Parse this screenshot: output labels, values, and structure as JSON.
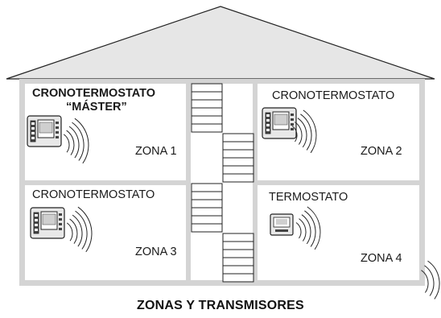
{
  "title": "ZONAS Y TRANSMISORES",
  "zones": [
    {
      "device_line1": "CRONOTERMOSTATO",
      "device_line2": "“MÁSTER”",
      "zone": "ZONA 1",
      "device_type": "chronothermostat",
      "highlighted": true
    },
    {
      "device_line1": "CRONOTERMOSTATO",
      "device_line2": "",
      "zone": "ZONA 2",
      "device_type": "chronothermostat",
      "highlighted": false
    },
    {
      "device_line1": "CRONOTERMOSTATO",
      "device_line2": "",
      "zone": "ZONA 3",
      "device_type": "chronothermostat",
      "highlighted": false
    },
    {
      "device_line1": "TERMOSTATO",
      "device_line2": "",
      "zone": "ZONA 4",
      "device_type": "thermostat",
      "highlighted": false
    }
  ],
  "colors": {
    "wall": "#d4d4d4",
    "roof": "#e6e6e6",
    "line": "#222222",
    "room": "#ffffff"
  }
}
